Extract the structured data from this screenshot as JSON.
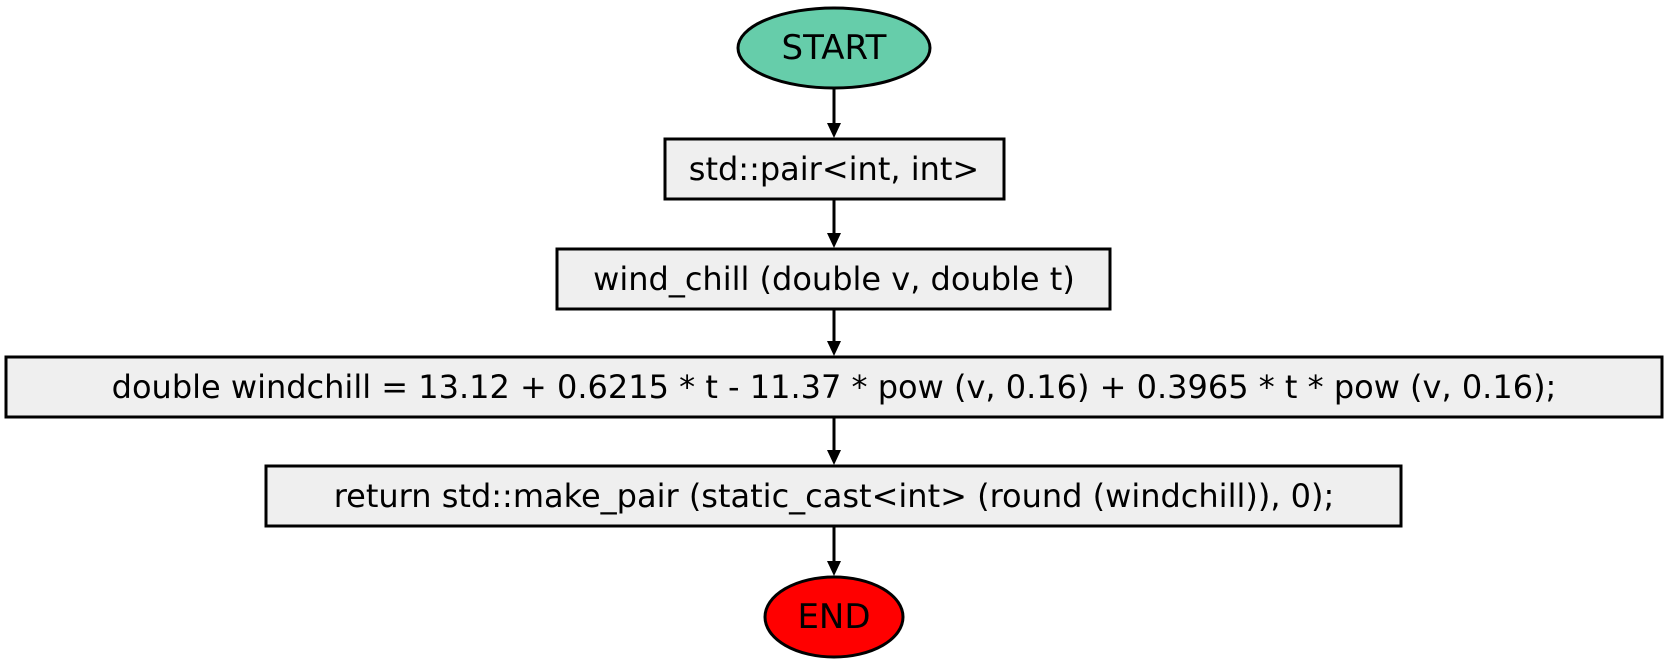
{
  "diagram": {
    "colors": {
      "start_fill": "#66CDAA",
      "end_fill": "#FF0000",
      "box_fill": "#EFEFEF",
      "stroke": "#000000"
    },
    "nodes": [
      {
        "id": "start",
        "shape": "ellipse",
        "label": "START"
      },
      {
        "id": "return-type",
        "shape": "box",
        "label": "std::pair<int, int>"
      },
      {
        "id": "signature",
        "shape": "box",
        "label": "wind_chill (double v, double t)"
      },
      {
        "id": "compute",
        "shape": "box",
        "label": "double windchill = 13.12 + 0.6215 * t - 11.37 * pow (v, 0.16) + 0.3965 * t * pow (v, 0.16);"
      },
      {
        "id": "return",
        "shape": "box",
        "label": "return std::make_pair (static_cast<int> (round (windchill)), 0);"
      },
      {
        "id": "end",
        "shape": "ellipse",
        "label": "END"
      }
    ],
    "edges": [
      {
        "from": "start",
        "to": "return-type"
      },
      {
        "from": "return-type",
        "to": "signature"
      },
      {
        "from": "signature",
        "to": "compute"
      },
      {
        "from": "compute",
        "to": "return"
      },
      {
        "from": "return",
        "to": "end"
      }
    ]
  }
}
